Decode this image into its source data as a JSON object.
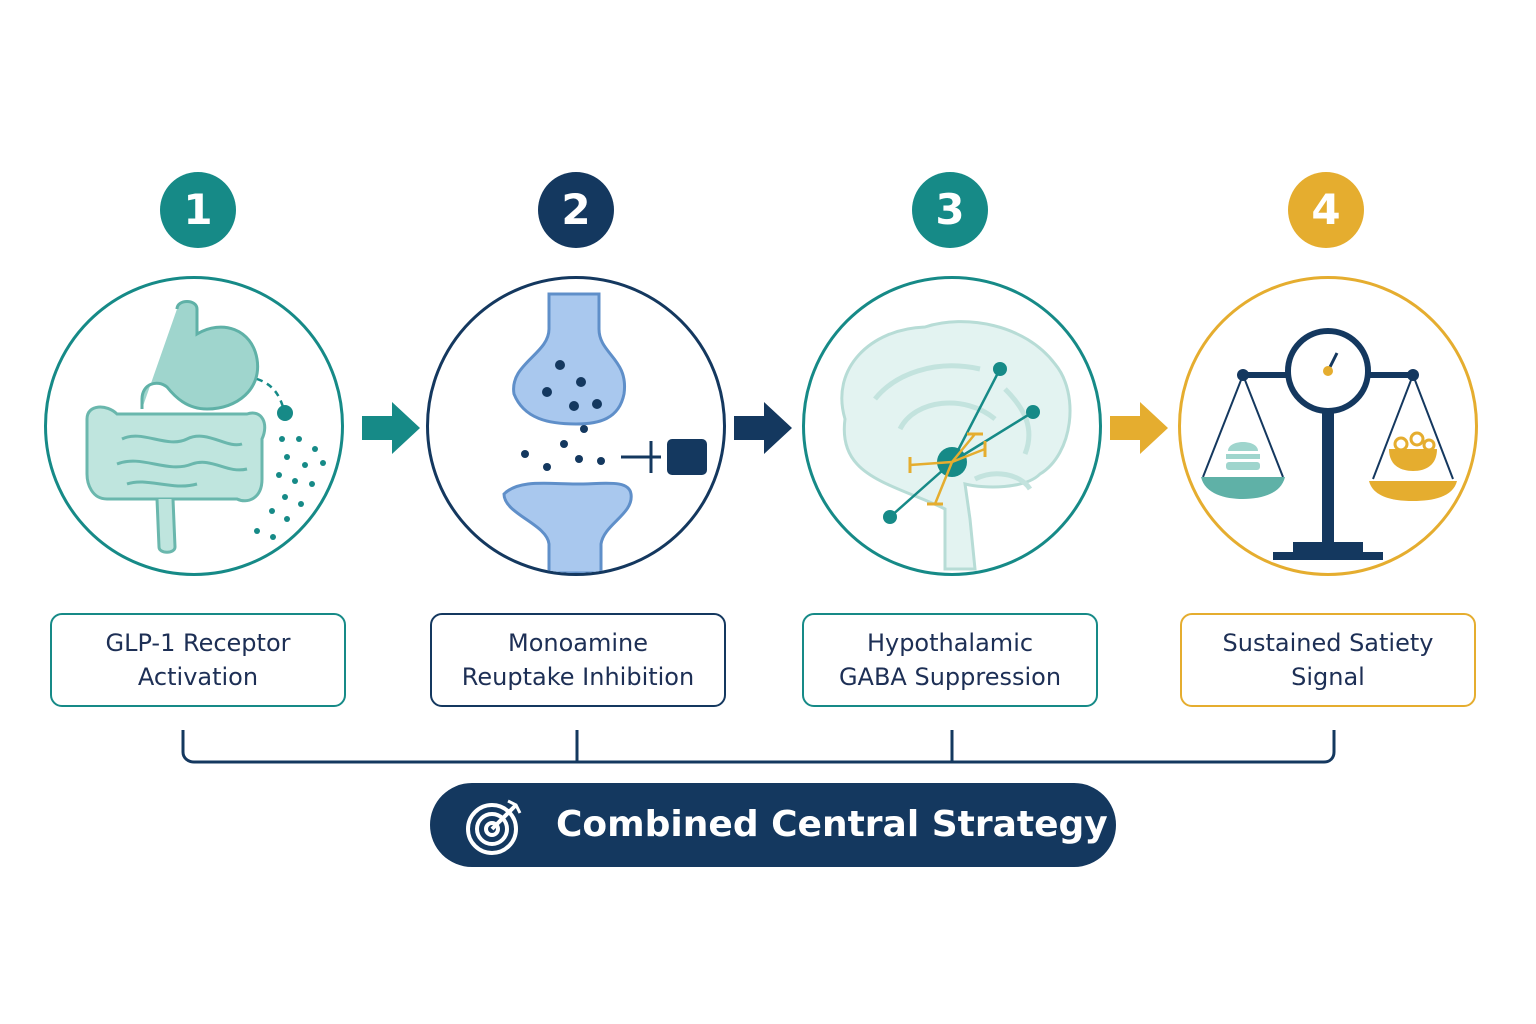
{
  "steps": [
    {
      "number": "1",
      "line1": "GLP-1 Receptor",
      "line2": "Activation",
      "color": "#168a87",
      "icon": "digestive-tract-icon"
    },
    {
      "number": "2",
      "line1": "Monoamine",
      "line2": "Reuptake Inhibition",
      "color": "#14385f",
      "icon": "synapse-icon"
    },
    {
      "number": "3",
      "line1": "Hypothalamic",
      "line2": "GABA Suppression",
      "color": "#168a87",
      "icon": "brain-icon"
    },
    {
      "number": "4",
      "line1": "Sustained Satiety",
      "line2": "Signal",
      "color": "#e5ad2f",
      "icon": "balance-scale-icon"
    }
  ],
  "strategy": {
    "label": "Combined Central Strategy",
    "icon": "target-icon"
  },
  "colors": {
    "teal": "#168a87",
    "navy": "#14385f",
    "gold": "#e5ad2f"
  }
}
